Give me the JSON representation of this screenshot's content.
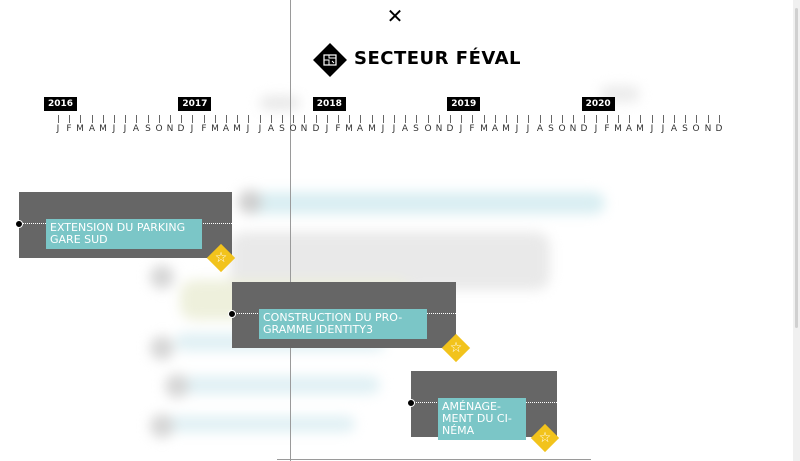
{
  "header": {
    "close_glyph": "✕",
    "title": "SECTEUR FÉVAL"
  },
  "timeline": {
    "years": [
      "2016",
      "2017",
      "2018",
      "2019",
      "2020"
    ],
    "months": [
      "J",
      "F",
      "M",
      "A",
      "M",
      "J",
      "J",
      "A",
      "S",
      "O",
      "N",
      "D"
    ]
  },
  "projects": [
    {
      "label": "EXTENSION DU PARKING GARE SUD"
    },
    {
      "label": "CONSTRUCTION DU PRO-GRAMME IDENTITY3"
    },
    {
      "label": "AMÉNAGE-MENT DU CI-NÉMA"
    }
  ],
  "colors": {
    "card": "#666666",
    "label": "#7bc6c7",
    "badge": "#f2c31c"
  },
  "icons": {
    "logo": "sector-map-icon",
    "badge": "star-icon",
    "close": "close-icon"
  }
}
